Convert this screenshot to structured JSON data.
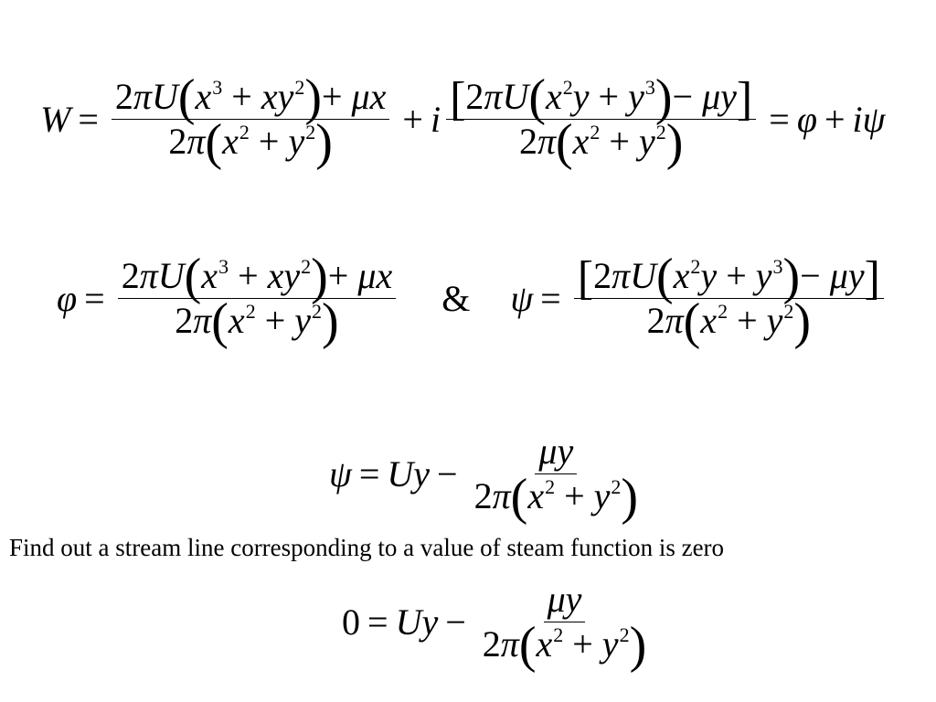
{
  "equations": {
    "complex_potential": "W = [2πU(x³ + xy²) + μx] / [2π(x² + y²)] + i [2πU(x²y + y³) − μy] / [2π(x² + y²)] = φ + iψ",
    "potential_and_stream": "φ = [2πU(x³ + xy²) + μx] / [2π(x² + y²)]  &  ψ = [2πU(x²y + y³) − μy] / [2π(x² + y²)]",
    "stream_function": "ψ = Uy − μy / [2π(x² + y²)]",
    "zero_stream_line": "0 = Uy − μy / [2π(x² + y²)]"
  },
  "instruction_text": "Find out a stream line corresponding to a value of steam function is zero"
}
